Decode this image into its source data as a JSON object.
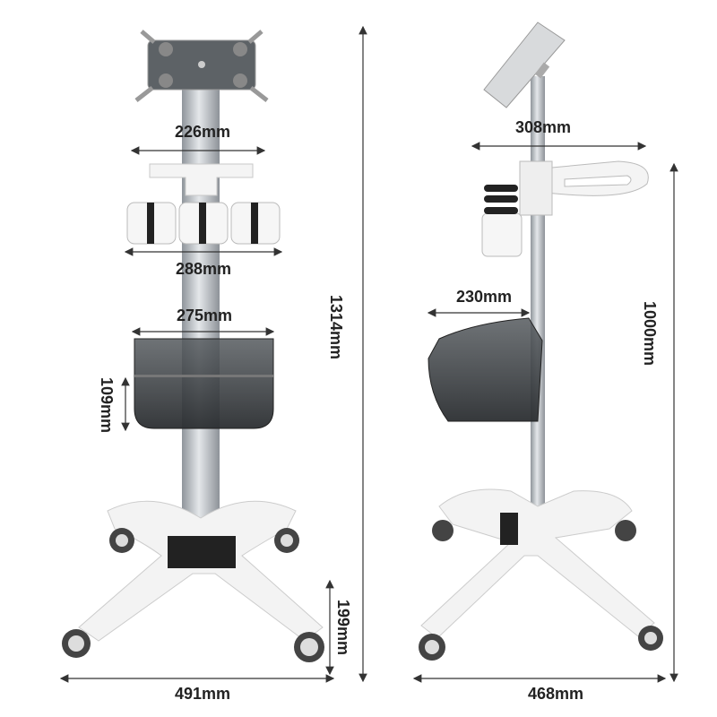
{
  "front_view": {
    "tablet_width": "226mm",
    "cup_holder_width": "288mm",
    "basket_width": "275mm",
    "basket_height": "109mm",
    "total_height": "1314mm",
    "base_height": "199mm",
    "base_width": "491mm"
  },
  "side_view": {
    "handle_depth": "308mm",
    "basket_depth": "230mm",
    "pole_height": "1000mm",
    "base_depth": "468mm"
  },
  "colors": {
    "pole": "#b9bec4",
    "basket": "#3a3d40",
    "base": "#f2f2f2",
    "dimension_text": "#222222"
  }
}
